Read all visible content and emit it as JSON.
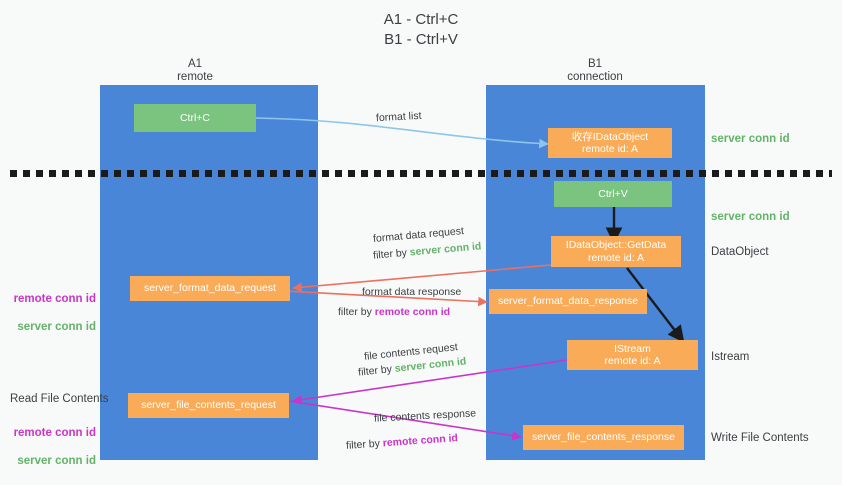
{
  "title": "A1 - Ctrl+C\nB1 - Ctrl+V",
  "lanes": [
    {
      "id": "a1",
      "header": "A1\nremote"
    },
    {
      "id": "b1",
      "header": "B1\nconnection"
    }
  ],
  "boxes": [
    {
      "id": "ctrl-c",
      "text": "Ctrl+C",
      "color": "green"
    },
    {
      "id": "receive-idataobject",
      "text": "收存IDataObject\nremote id: A",
      "color": "orange"
    },
    {
      "id": "ctrl-v",
      "text": "Ctrl+V",
      "color": "green"
    },
    {
      "id": "idataobject-getdata",
      "text": "IDataObject::GetData\nremote id: A",
      "color": "orange"
    },
    {
      "id": "server-format-data-request",
      "text": "server_format_data_request",
      "color": "orange"
    },
    {
      "id": "server-format-data-response",
      "text": "server_format_data_response",
      "color": "orange"
    },
    {
      "id": "istream",
      "text": "IStream\nremote id: A",
      "color": "orange"
    },
    {
      "id": "server-file-contents-request",
      "text": "server_file_contents_request",
      "color": "orange"
    },
    {
      "id": "server-file-contents-response",
      "text": "server_file_contents_response",
      "color": "orange"
    }
  ],
  "right_labels": [
    {
      "id": "server-conn-id-1",
      "text": "server conn id"
    },
    {
      "id": "server-conn-id-2",
      "text": "server conn id"
    },
    {
      "id": "dataobject",
      "text": "DataObject"
    },
    {
      "id": "istream-label",
      "text": "Istream"
    },
    {
      "id": "write-file",
      "text": "Write File Contents"
    }
  ],
  "left_labels": [
    {
      "id": "read-file-contents",
      "text": "Read File Contents"
    }
  ],
  "conn_id_stacks": [
    {
      "id": "conn-stack-format",
      "remote": "remote conn id",
      "server": "server conn id"
    },
    {
      "id": "conn-stack-file",
      "remote": "remote conn id",
      "server": "server conn id"
    }
  ],
  "flow_labels": [
    {
      "id": "format-list",
      "text": "format list"
    },
    {
      "id": "format-data-request",
      "text": "format data request"
    },
    {
      "id": "format-data-response",
      "text": "format data response"
    },
    {
      "id": "file-contents-request",
      "text": "file contents request"
    },
    {
      "id": "file-contents-response",
      "text": "file contents response"
    }
  ],
  "filter_labels": [
    {
      "id": "filter-server-1",
      "prefix": "filter by ",
      "value": "server conn id",
      "kind": "server"
    },
    {
      "id": "filter-remote-1",
      "prefix": "filter by ",
      "value": "remote conn id",
      "kind": "remote"
    },
    {
      "id": "filter-server-2",
      "prefix": "filter by ",
      "value": "server conn id",
      "kind": "server"
    },
    {
      "id": "filter-remote-2",
      "prefix": "filter by ",
      "value": "remote conn id",
      "kind": "remote"
    }
  ],
  "colors": {
    "lane": "#4a86d8",
    "box_orange": "#f9ab58",
    "box_green": "#7ac47f",
    "server_conn": "#63b368",
    "remote_conn": "#c935c9",
    "arrow_blue": "#8ec6ea",
    "arrow_red": "#ee6f5e",
    "arrow_magenta": "#c935c9",
    "arrow_black": "#1b1b1b",
    "background": "#f8f9f9"
  }
}
